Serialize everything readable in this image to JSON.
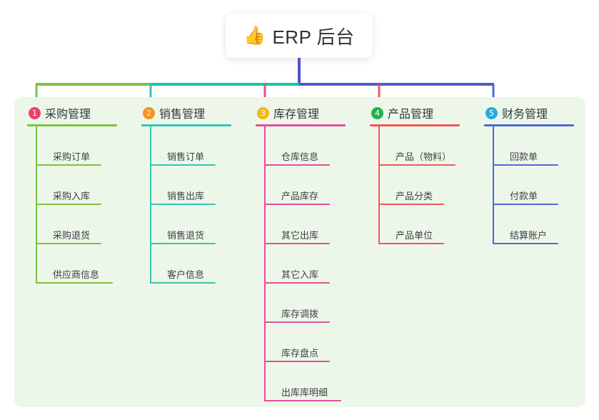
{
  "root": {
    "icon": "thumbs-up-icon",
    "icon_glyph": "👍",
    "label": "ERP 后台"
  },
  "palette": {
    "page_background": "#ffffff",
    "panel_background": "#edf7e9",
    "root_stem": "#4a56c4",
    "trunk_left": "#7dc242",
    "trunk_mid": "#11c8a8",
    "trunk_right": "#4f5bc9",
    "text": "#3c4046"
  },
  "branches": [
    {
      "number": "1",
      "title": "采购管理",
      "line_color": "#7dc242",
      "badge_color": "#f0406a",
      "leaves": [
        {
          "label": "采购订单"
        },
        {
          "label": "采购入库"
        },
        {
          "label": "采购退货"
        },
        {
          "label": "供应商信息"
        }
      ]
    },
    {
      "number": "2",
      "title": "销售管理",
      "line_color": "#35c5b3",
      "badge_color": "#f5911e",
      "leaves": [
        {
          "label": "销售订单"
        },
        {
          "label": "销售出库"
        },
        {
          "label": "销售退货"
        },
        {
          "label": "客户信息"
        }
      ]
    },
    {
      "number": "3",
      "title": "库存管理",
      "line_color": "#e64e9c",
      "badge_color": "#f5b916",
      "leaves": [
        {
          "label": "仓库信息"
        },
        {
          "label": "产品库存"
        },
        {
          "label": "其它出库"
        },
        {
          "label": "其它入库"
        },
        {
          "label": "库存调拨"
        },
        {
          "label": "库存盘点"
        },
        {
          "label": "出库库明细"
        }
      ]
    },
    {
      "number": "4",
      "title": "产品管理",
      "line_color": "#f4565b",
      "badge_color": "#24b14c",
      "leaves": [
        {
          "label": "产品（物料）"
        },
        {
          "label": "产品分类"
        },
        {
          "label": "产品单位"
        }
      ]
    },
    {
      "number": "5",
      "title": "财务管理",
      "line_color": "#4f6bd0",
      "badge_color": "#29aae1",
      "leaves": [
        {
          "label": "回款单"
        },
        {
          "label": "付款单"
        },
        {
          "label": "结算账户"
        }
      ]
    }
  ]
}
